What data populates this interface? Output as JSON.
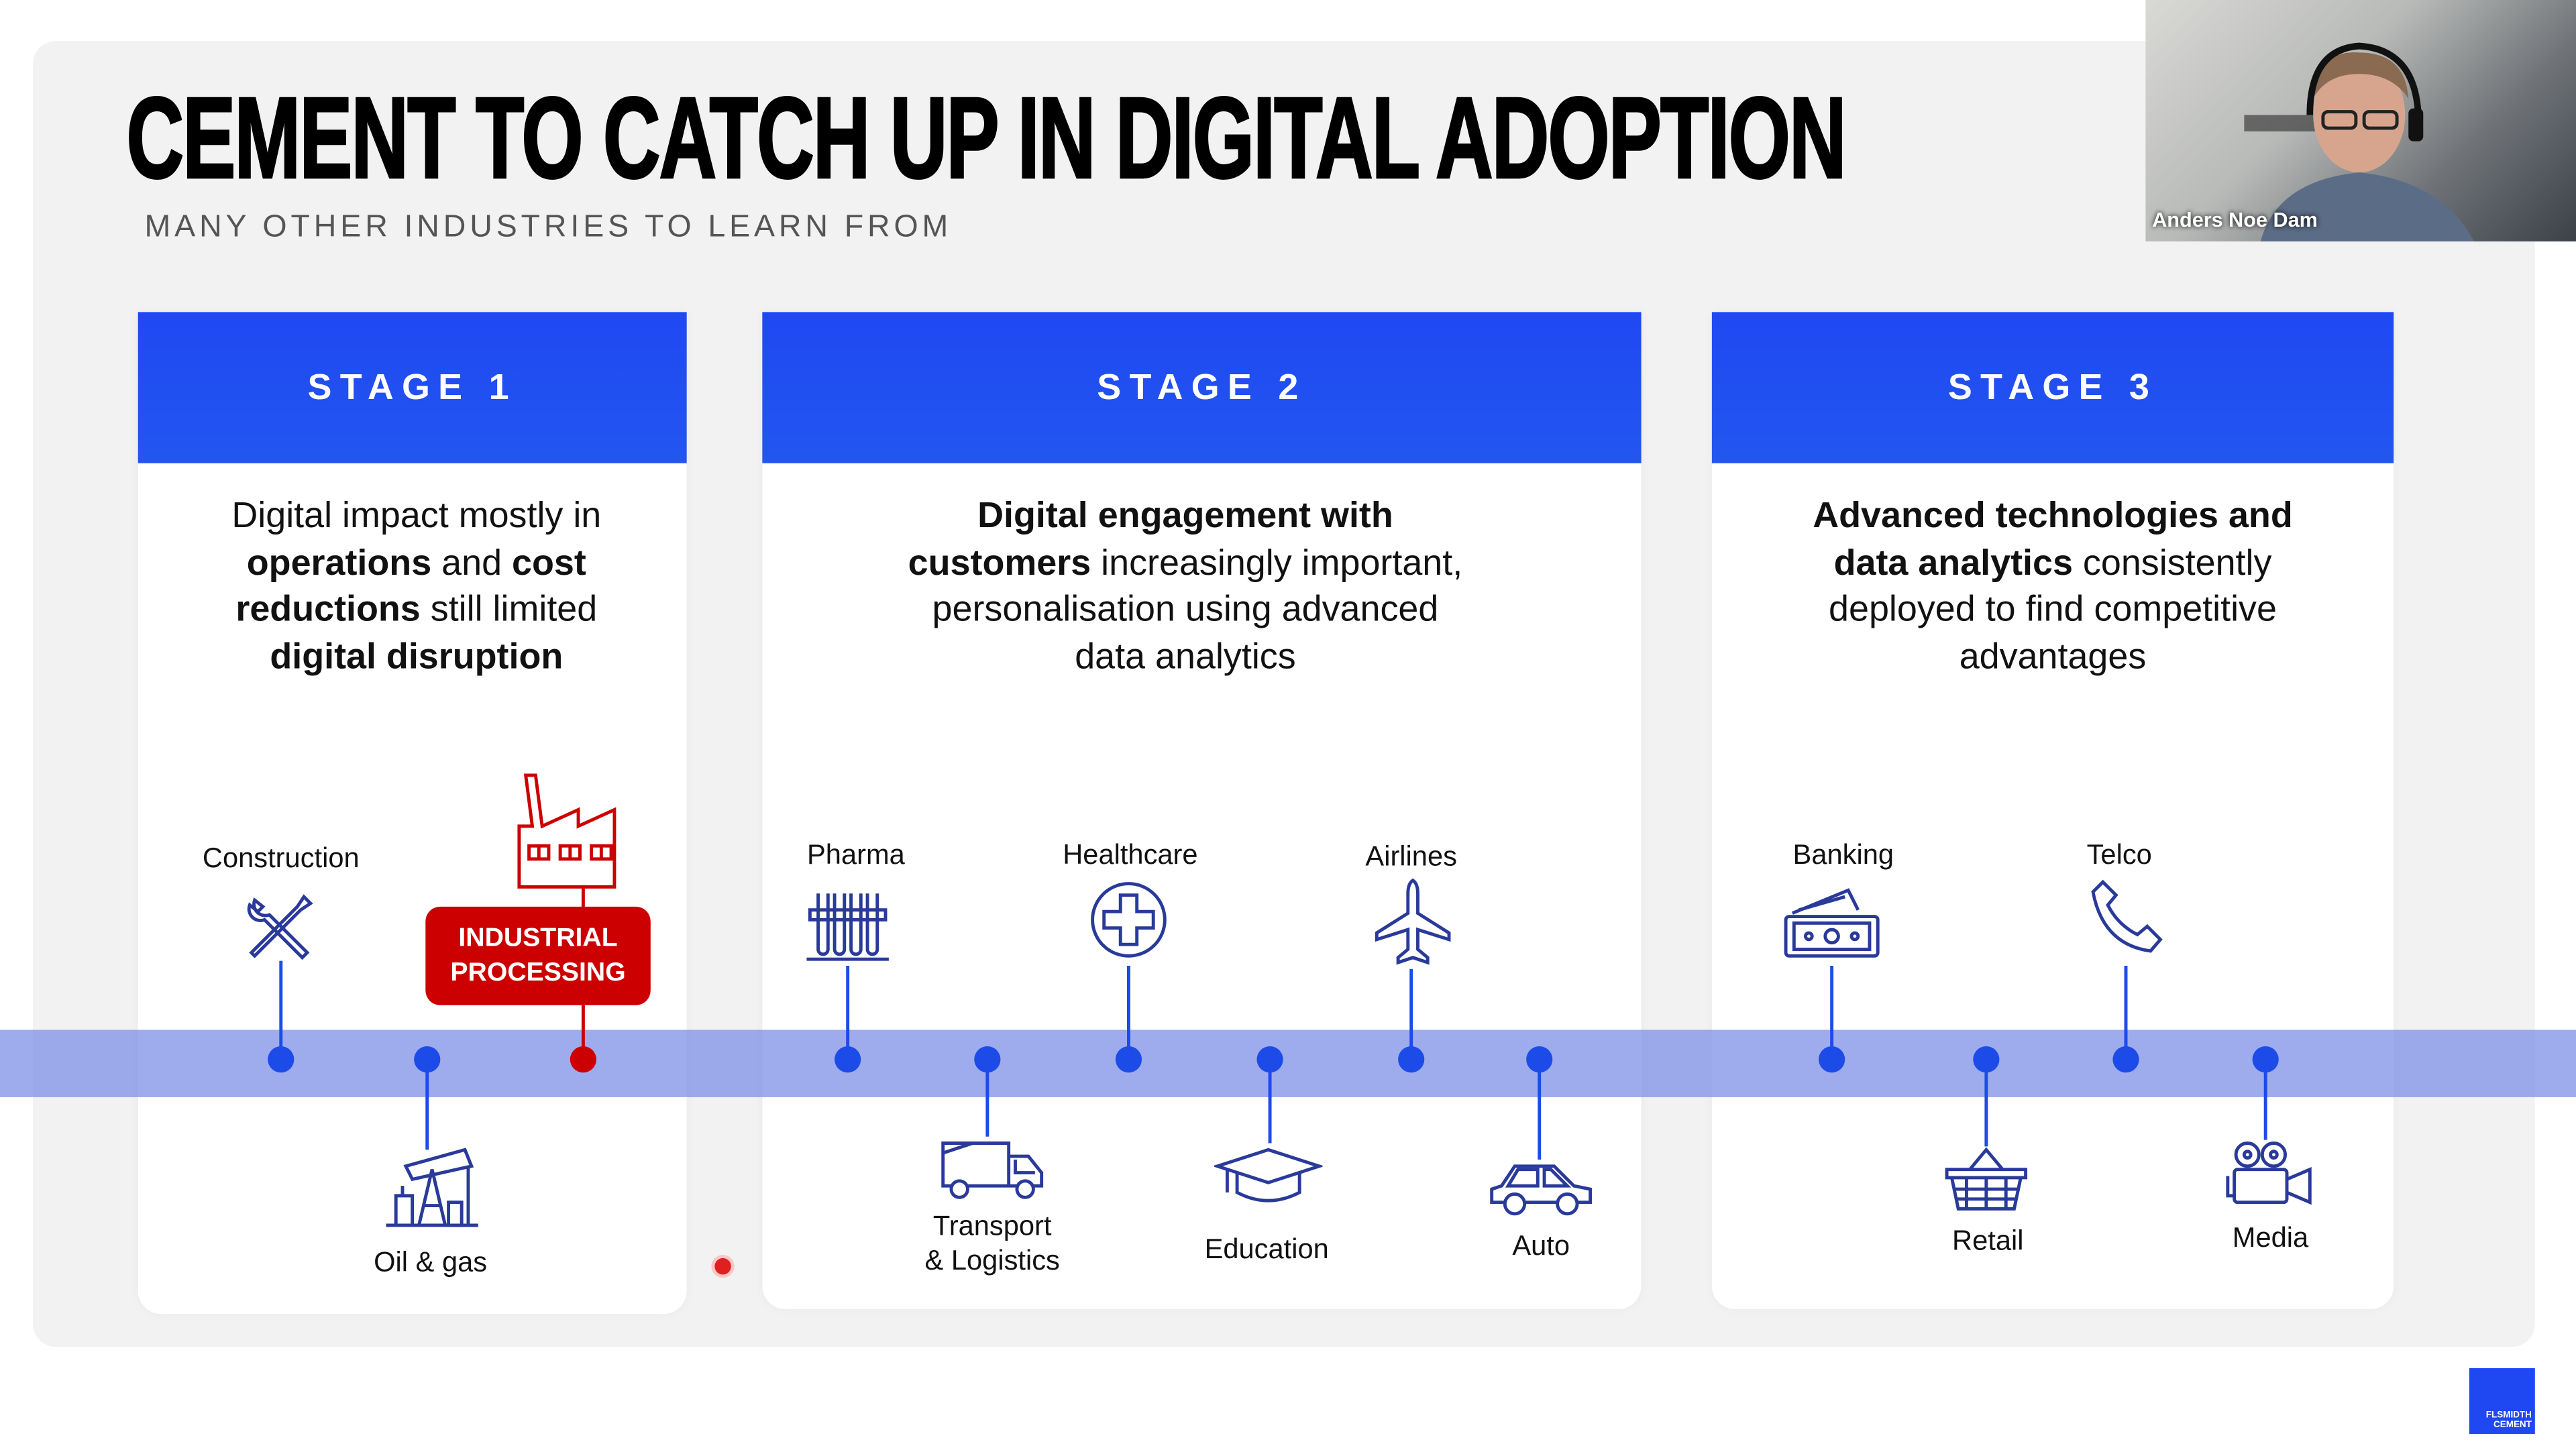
{
  "slide": {
    "title": "CEMENT TO CATCH UP IN DIGITAL ADOPTION",
    "subtitle": "MANY OTHER INDUSTRIES TO LEARN FROM"
  },
  "colors": {
    "accent": "#1f48f2",
    "band": "#8f9fe6",
    "highlight": "#cc0000"
  },
  "stages": [
    {
      "label": "STAGE 1",
      "body": [
        {
          "text": "Digital impact mostly in ",
          "bold": false
        },
        {
          "text": "operations",
          "bold": true
        },
        {
          "text": " and ",
          "bold": false
        },
        {
          "text": "cost reductions",
          "bold": true
        },
        {
          "text": " still limited ",
          "bold": false
        },
        {
          "text": "digital disruption",
          "bold": true
        }
      ]
    },
    {
      "label": "STAGE 2",
      "body": [
        {
          "text": "Digital engagement with customers",
          "bold": true
        },
        {
          "text": " increasingly important, personalisation using advanced data analytics",
          "bold": false
        }
      ]
    },
    {
      "label": "STAGE 3",
      "body": [
        {
          "text": "Advanced technologies and data analytics",
          "bold": true
        },
        {
          "text": " consistently deployed to find competitive advantages",
          "bold": false
        }
      ]
    }
  ],
  "industries": [
    {
      "label": "Construction",
      "icon": "tools-icon"
    },
    {
      "label": "Oil & gas",
      "icon": "oil-pump-icon"
    },
    {
      "label": "INDUSTRIAL PROCESSING",
      "icon": "factory-icon",
      "highlighted": true
    },
    {
      "label": "Pharma",
      "icon": "test-tubes-icon"
    },
    {
      "label": "Transport\n& Logistics",
      "icon": "truck-icon"
    },
    {
      "label": "Healthcare",
      "icon": "medical-cross-icon"
    },
    {
      "label": "Education",
      "icon": "graduation-cap-icon"
    },
    {
      "label": "Airlines",
      "icon": "airplane-icon"
    },
    {
      "label": "Auto",
      "icon": "car-icon"
    },
    {
      "label": "Banking",
      "icon": "banknote-icon"
    },
    {
      "label": "Retail",
      "icon": "shopping-basket-icon"
    },
    {
      "label": "Telco",
      "icon": "phone-icon"
    },
    {
      "label": "Media",
      "icon": "video-camera-icon"
    }
  ],
  "video": {
    "participant_name": "Anders Noe Dam"
  },
  "logo": {
    "text": "FLSMIDTH CEMENT"
  }
}
